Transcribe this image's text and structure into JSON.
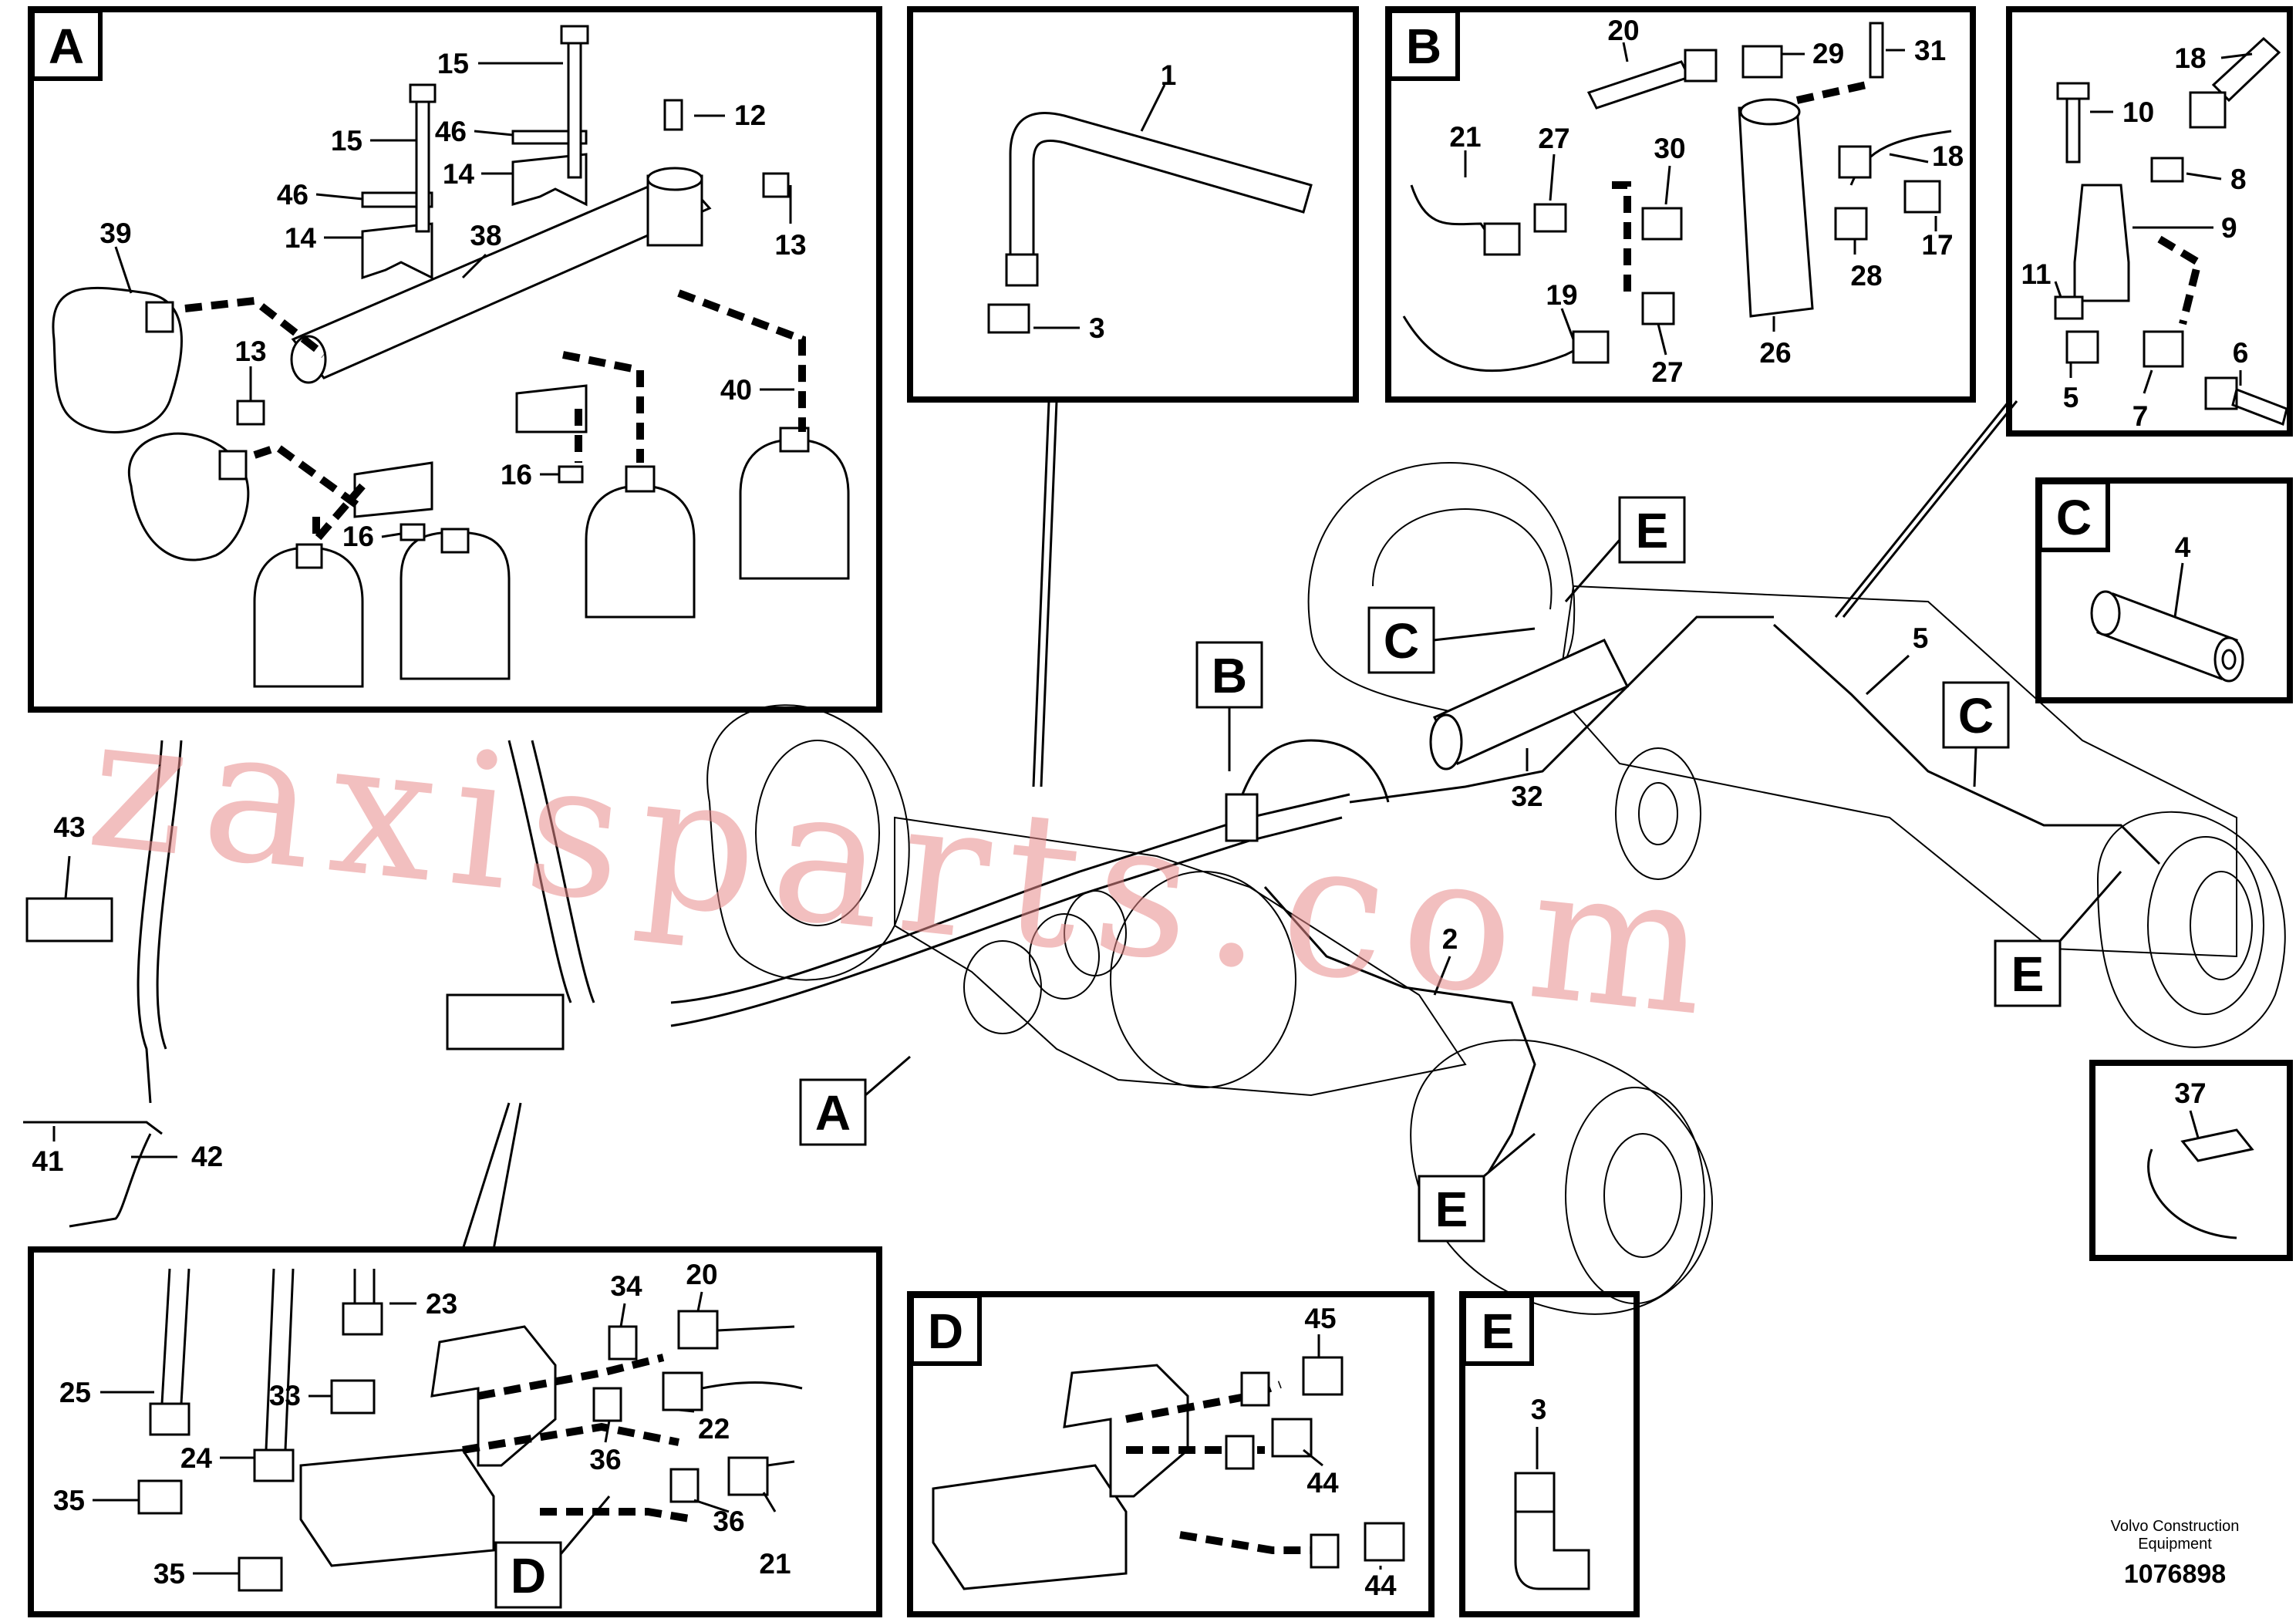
{
  "sections": {
    "a": "A",
    "b": "B",
    "c": "C",
    "d": "D",
    "e": "E"
  },
  "callouts": {
    "b": "B",
    "a": "A",
    "c1": "C",
    "c2": "C",
    "e1": "E",
    "e2": "E",
    "e3": "E",
    "d": "D"
  },
  "parts": {
    "p1": "1",
    "p2": "2",
    "p3a": "3",
    "p3e": "3",
    "p4": "4",
    "p5a": "5",
    "p5b": "5",
    "p6": "6",
    "p7": "7",
    "p8": "8",
    "p9": "9",
    "p10": "10",
    "p11": "11",
    "p12": "12",
    "p13a": "13",
    "p13b": "13",
    "p14a": "14",
    "p14b": "14",
    "p15a": "15",
    "p15b": "15",
    "p16a": "16",
    "p16b": "16",
    "p17": "17",
    "p18a": "18",
    "p18b": "18",
    "p19": "19",
    "p20a": "20",
    "p20b": "20",
    "p21a": "21",
    "p21b": "21",
    "p22": "22",
    "p23": "23",
    "p24": "24",
    "p25": "25",
    "p26": "26",
    "p27a": "27",
    "p27b": "27",
    "p28": "28",
    "p29": "29",
    "p30": "30",
    "p31": "31",
    "p32": "32",
    "p33": "33",
    "p34": "34",
    "p35a": "35",
    "p35b": "35",
    "p36a": "36",
    "p36b": "36",
    "p37": "37",
    "p38": "38",
    "p39": "39",
    "p40": "40",
    "p41": "41",
    "p42": "42",
    "p43": "43",
    "p44a": "44",
    "p44b": "44",
    "p45": "45",
    "p46a": "46",
    "p46b": "46"
  },
  "footer": {
    "brand_line1": "Volvo Construction",
    "brand_line2": "Equipment",
    "doc_number": "1076898"
  },
  "watermark": "zaxisparts.com",
  "colors": {
    "watermark": "#e88a8a",
    "ink": "#000000"
  }
}
